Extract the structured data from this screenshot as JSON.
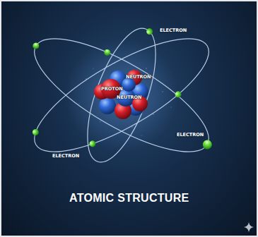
{
  "diagram": {
    "title": "ATOMIC STRUCTURE",
    "labels": [
      "ELECTRON",
      "ELECTRON",
      "ELECTRON",
      "PROTON",
      "NEUTRON",
      "NEUTRON"
    ]
  }
}
